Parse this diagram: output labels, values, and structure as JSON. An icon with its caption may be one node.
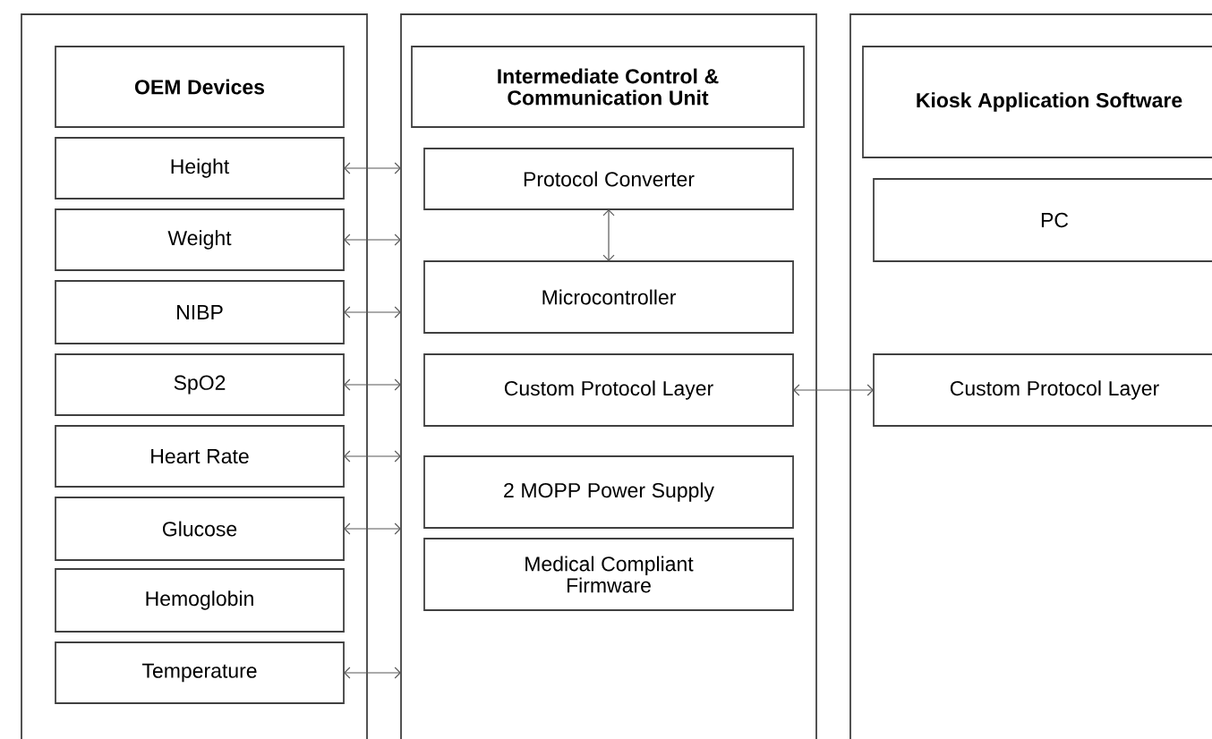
{
  "diagram": {
    "nodes": [
      {
        "text": [],
        "shape": "box"
      },
      {
        "text": [
          "OEM Devices"
        ],
        "in": 0
      },
      {
        "text": [
          "Height"
        ],
        "in": 0
      },
      {
        "text": [
          "Weight"
        ],
        "in": 0
      },
      {
        "text": [
          "NIBP"
        ],
        "in": 0
      },
      {
        "text": [
          "SpO2"
        ],
        "in": 0
      },
      {
        "text": [
          "Heart Rate"
        ],
        "in": 0
      },
      {
        "text": [
          "Glucose"
        ],
        "in": 0
      },
      {
        "text": [
          "Hemoglobin"
        ],
        "in": 0
      },
      {
        "text": [
          "Temperature"
        ],
        "in": 0
      },
      {
        "text": [],
        "shape": "box"
      },
      {
        "text": [
          "Intermediate Control & Communication Unit"
        ],
        "in": 10
      },
      {
        "text": [
          "Protocol Converter"
        ],
        "in": 10
      },
      {
        "text": [
          "Microcontroller"
        ],
        "in": 10
      },
      {
        "text": [
          "Custom Protocol Layer"
        ],
        "in": 10
      },
      {
        "text": [
          "2 MOPP Power Supply"
        ],
        "in": 10
      },
      {
        "text": [
          "Medical Compliant Firmware"
        ],
        "in": 10
      },
      {
        "text": [],
        "shape": "box"
      },
      {
        "text": [
          "Kiosk Application Software"
        ],
        "in": 17
      },
      {
        "text": [
          "PC"
        ],
        "in": 17
      },
      {
        "text": [
          "Custom Protocol Layer"
        ],
        "in": 17
      }
    ],
    "edges": [
      {
        "from": 2,
        "to": 10,
        "arrow": "both"
      },
      {
        "from": 3,
        "to": 10,
        "arrow": "both"
      },
      {
        "from": 4,
        "to": 10,
        "arrow": "both"
      },
      {
        "from": 5,
        "to": 10,
        "arrow": "both"
      },
      {
        "from": 6,
        "to": 10,
        "arrow": "both"
      },
      {
        "from": 7,
        "to": 10,
        "arrow": "both"
      },
      {
        "from": 9,
        "to": 10,
        "arrow": "both"
      },
      {
        "from": 12,
        "to": 13,
        "arrow": "both"
      },
      {
        "from": 14,
        "to": 20,
        "arrow": "both"
      }
    ]
  }
}
